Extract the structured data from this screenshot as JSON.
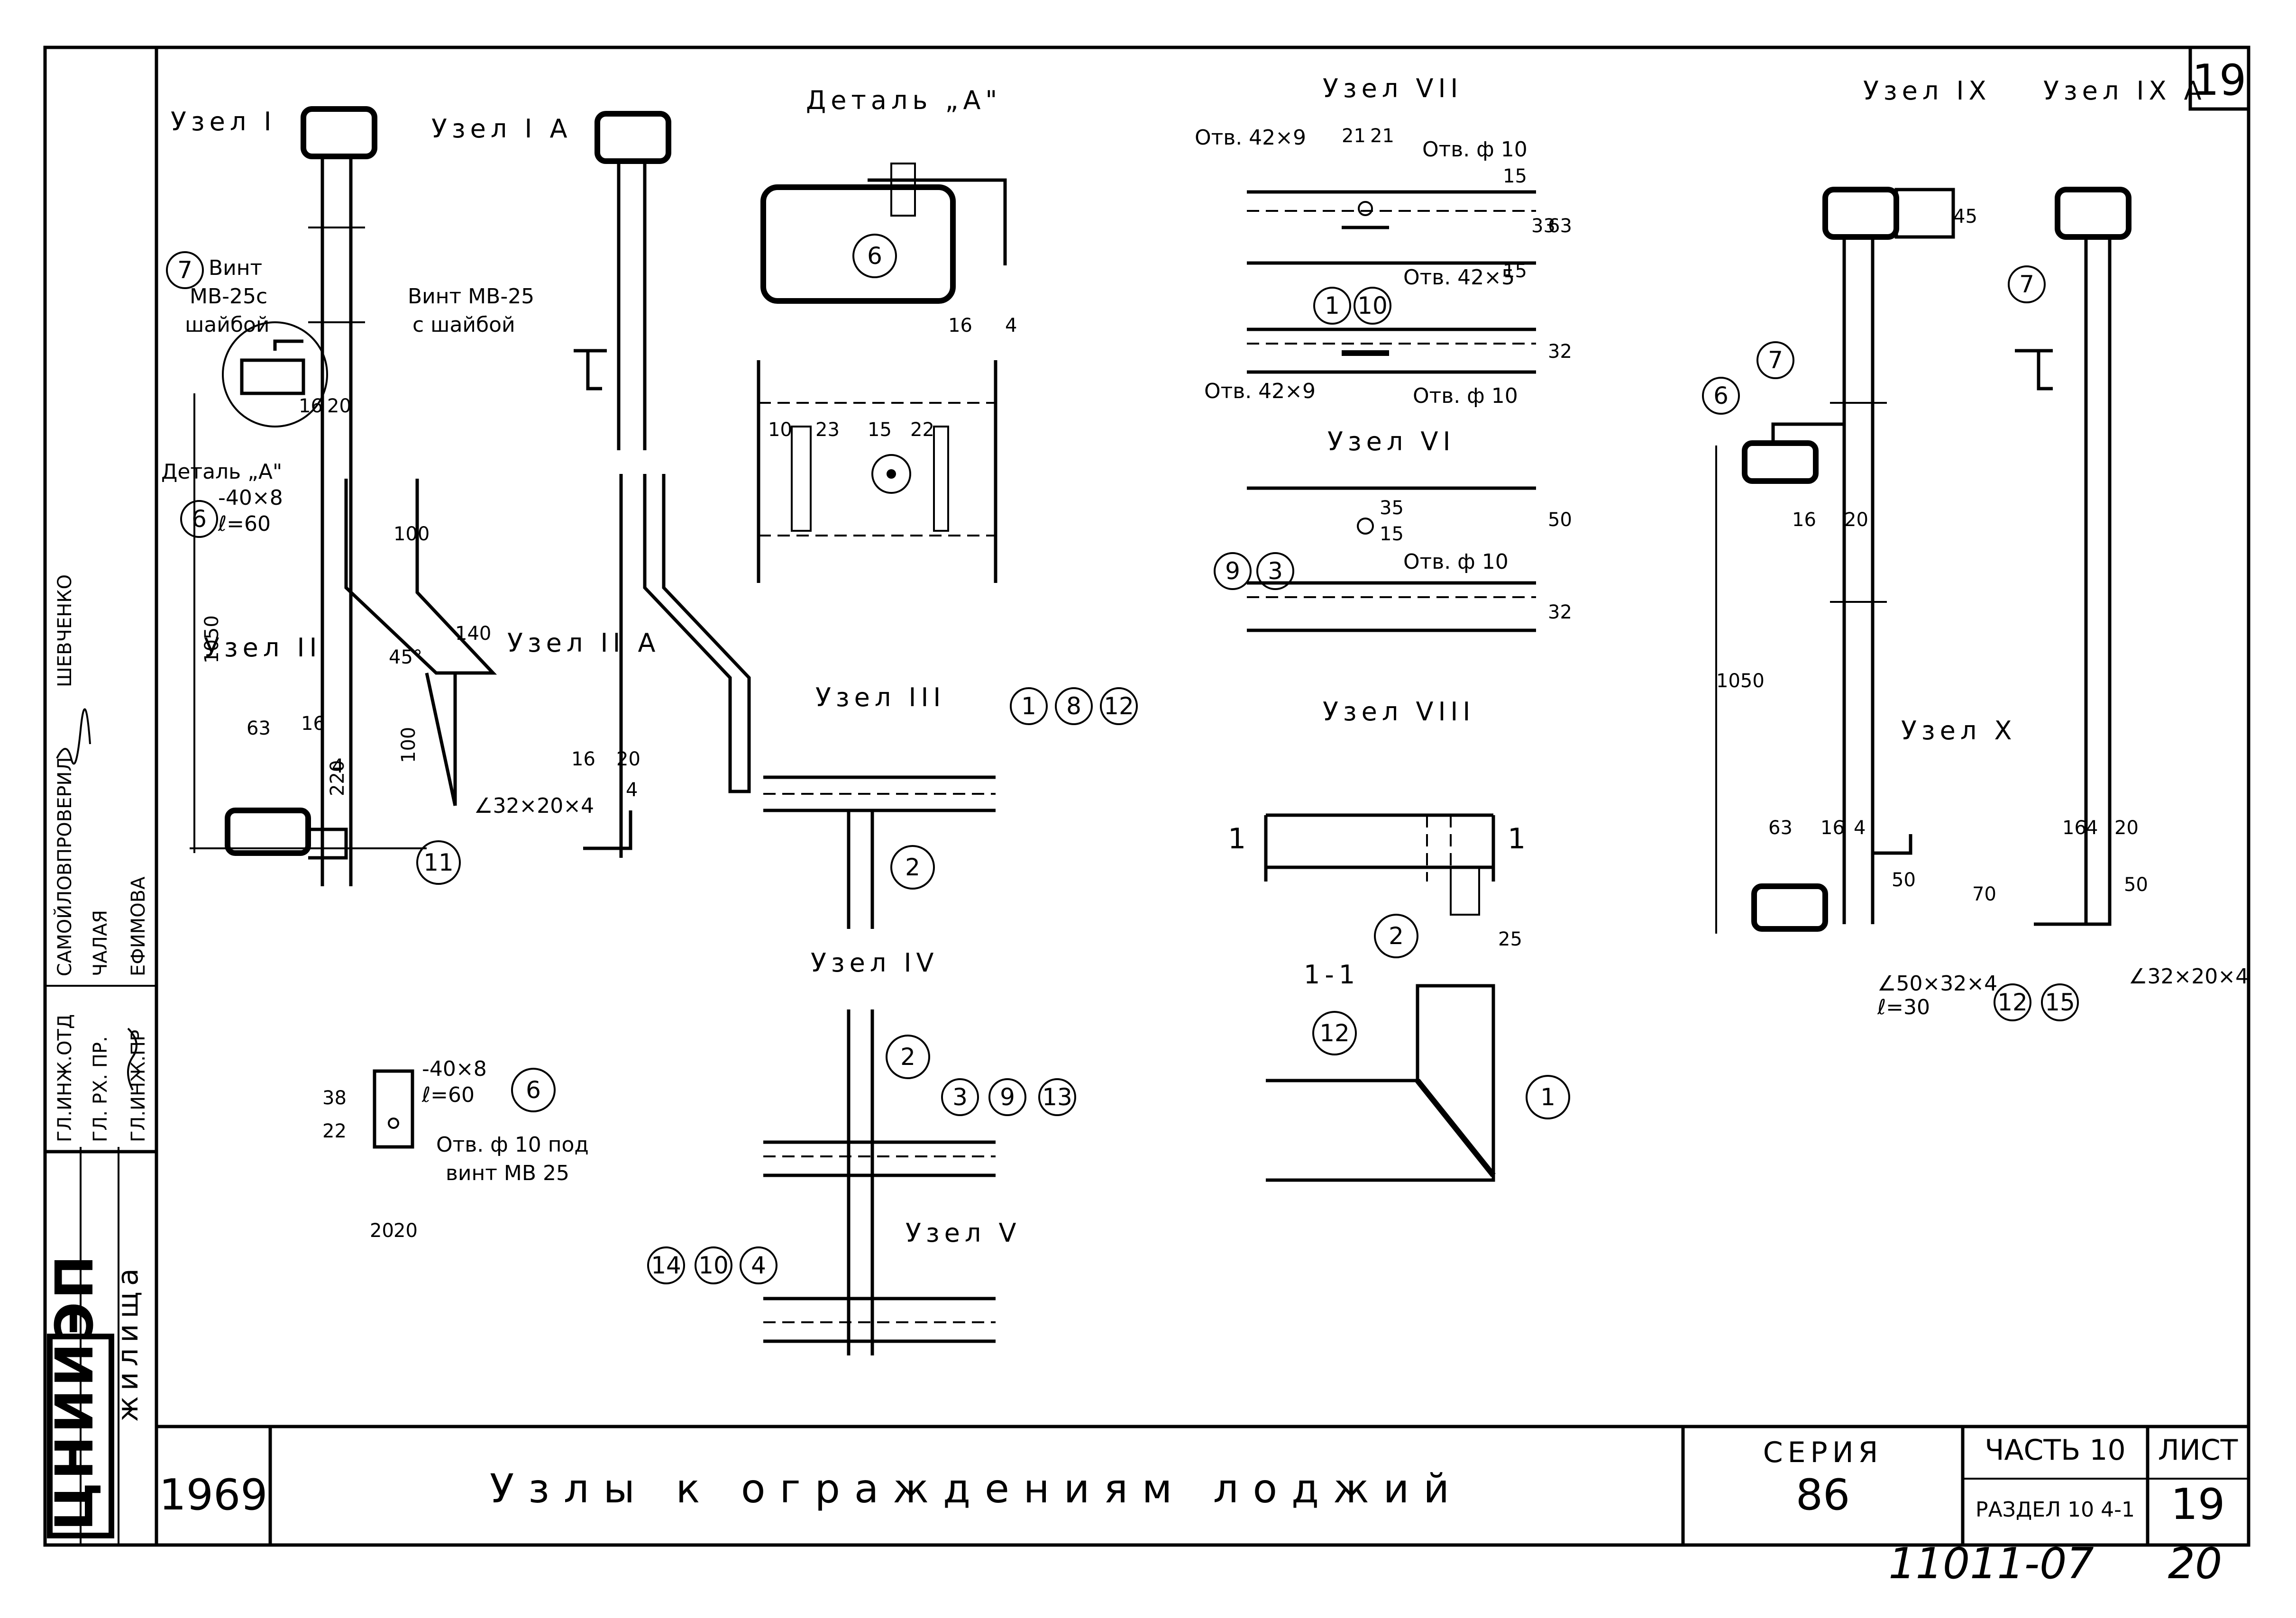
{
  "sheet_number_corner": "19",
  "nodes": {
    "uzel_1": "Узел I",
    "uzel_1a": "Узел I A",
    "detail_a": "Деталь „А\"",
    "uzel_7": "Узел VII",
    "uzel_9": "Узел IX",
    "uzel_9a": "Узел IX A",
    "uzel_2": "Узел II",
    "uzel_2a": "Узел II A",
    "uzel_6": "Узел VI",
    "uzel_3": "Узел III",
    "uzel_8": "Узел VIII",
    "uzel_10": "Узел X",
    "uzel_4": "Узел IV",
    "uzel_5": "Узел V",
    "section_11": "1-1"
  },
  "annotations": {
    "vint_1": "Винт",
    "vint_2": "МВ-25с",
    "vint_3": "шайбой",
    "vint_mv25": "Винт МВ-25",
    "s_shaiboi": "с шайбой",
    "detal_a_ref": "Деталь „А\"",
    "plate_1": "-40×8",
    "plate_2": "ℓ=60",
    "plate_3": "-40×8",
    "plate_4": "ℓ=60",
    "otv_42x9": "Отв. 42×9",
    "otv_f10": "Отв. ф 10",
    "otv_42x5": "Отв. 42×5",
    "otv_42x9_b": "Отв. 42×9",
    "otv_f10_b": "Отв. ф 10",
    "otv_f10_c": "Отв. ф 10",
    "otv_f10_pod": "Отв. ф 10 под",
    "vint_mb25": "винт МВ 25",
    "angle_32": "∠32×20×4",
    "angle_50": "∠50×32×4",
    "angle_l30": "ℓ=30",
    "angle_32_b": "∠32×20×4"
  },
  "dims": {
    "d1050": "1050",
    "d100": "100",
    "d140": "140",
    "d220": "220",
    "d100b": "100",
    "d63": "63",
    "d16": "16",
    "d20": "20",
    "d4": "4",
    "d45": "45°",
    "d16b": "16",
    "d20b": "20",
    "d4b": "4",
    "d16c": "16",
    "d4c": "4",
    "d10": "10",
    "d23": "23",
    "d15": "15",
    "d22": "22",
    "d21a": "21",
    "d21b": "21",
    "d15a": "15",
    "d33": "33",
    "d15b": "15",
    "d63b": "63",
    "d32": "32",
    "d35": "35",
    "d15c": "15",
    "d50": "50",
    "d32b": "32",
    "d25": "25",
    "d45b": "45",
    "d16d": "16",
    "d20d": "20",
    "d1050b": "1050",
    "d63c": "63",
    "d16e": "16",
    "d4e": "4",
    "d50b": "50",
    "d70": "70",
    "d16f": "16",
    "d4f": "4",
    "d20f": "20",
    "d50c": "50",
    "d38": "38",
    "d22b": "22",
    "d20g": "20",
    "d20h": "20",
    "sec1": "1",
    "sec2": "1",
    "sec3": "1",
    "sec4": "1"
  },
  "bubbles": {
    "b7a": "7",
    "b6a": "6",
    "b6b": "6",
    "b11": "11",
    "b6c": "6",
    "b1a": "1",
    "b10a": "10",
    "b9a": "9",
    "b3a": "3",
    "b1b": "1",
    "b8": "8",
    "b12a": "12",
    "b2a": "2",
    "b2b": "2",
    "b12b": "12",
    "b1c": "1",
    "b2c": "2",
    "b3b": "3",
    "b9b": "9",
    "b13": "13",
    "b14": "14",
    "b10b": "10",
    "b4": "4",
    "b7b": "7",
    "b6d": "6",
    "b7c": "7",
    "b12c": "12",
    "b15": "15"
  },
  "stamp": {
    "year": "1969",
    "title": "Узлы к ограждениям лоджий",
    "series_label": "СЕРИЯ",
    "series_value": "86",
    "part_label": "ЧАСТЬ 10",
    "section_label": "РАЗДЕЛ 10 4-1",
    "sheet_label": "ЛИСТ",
    "sheet_value": "19",
    "org_logo": "ЦНИИЭП",
    "org_suffix": "жилища",
    "roles": [
      {
        "role": "ГЛ.ИНЖ.ОТД",
        "name": "",
        "sign": ""
      },
      {
        "role": "ГЛ. РХ. ПР.",
        "name": "",
        "sign": ""
      },
      {
        "role": "ГЛ.ИНЖ.ПР",
        "name": "",
        "sign": ""
      }
    ],
    "staff": [
      "САМОЙЛОВ",
      "ЧАЛАЯ",
      "ЕФИМОВА"
    ],
    "checked_label": "ПРОВЕРИЛ",
    "checked_name": "ШЕВЧЕНКО"
  },
  "footer": {
    "doc_number": "11011-07",
    "page_number": "20"
  }
}
